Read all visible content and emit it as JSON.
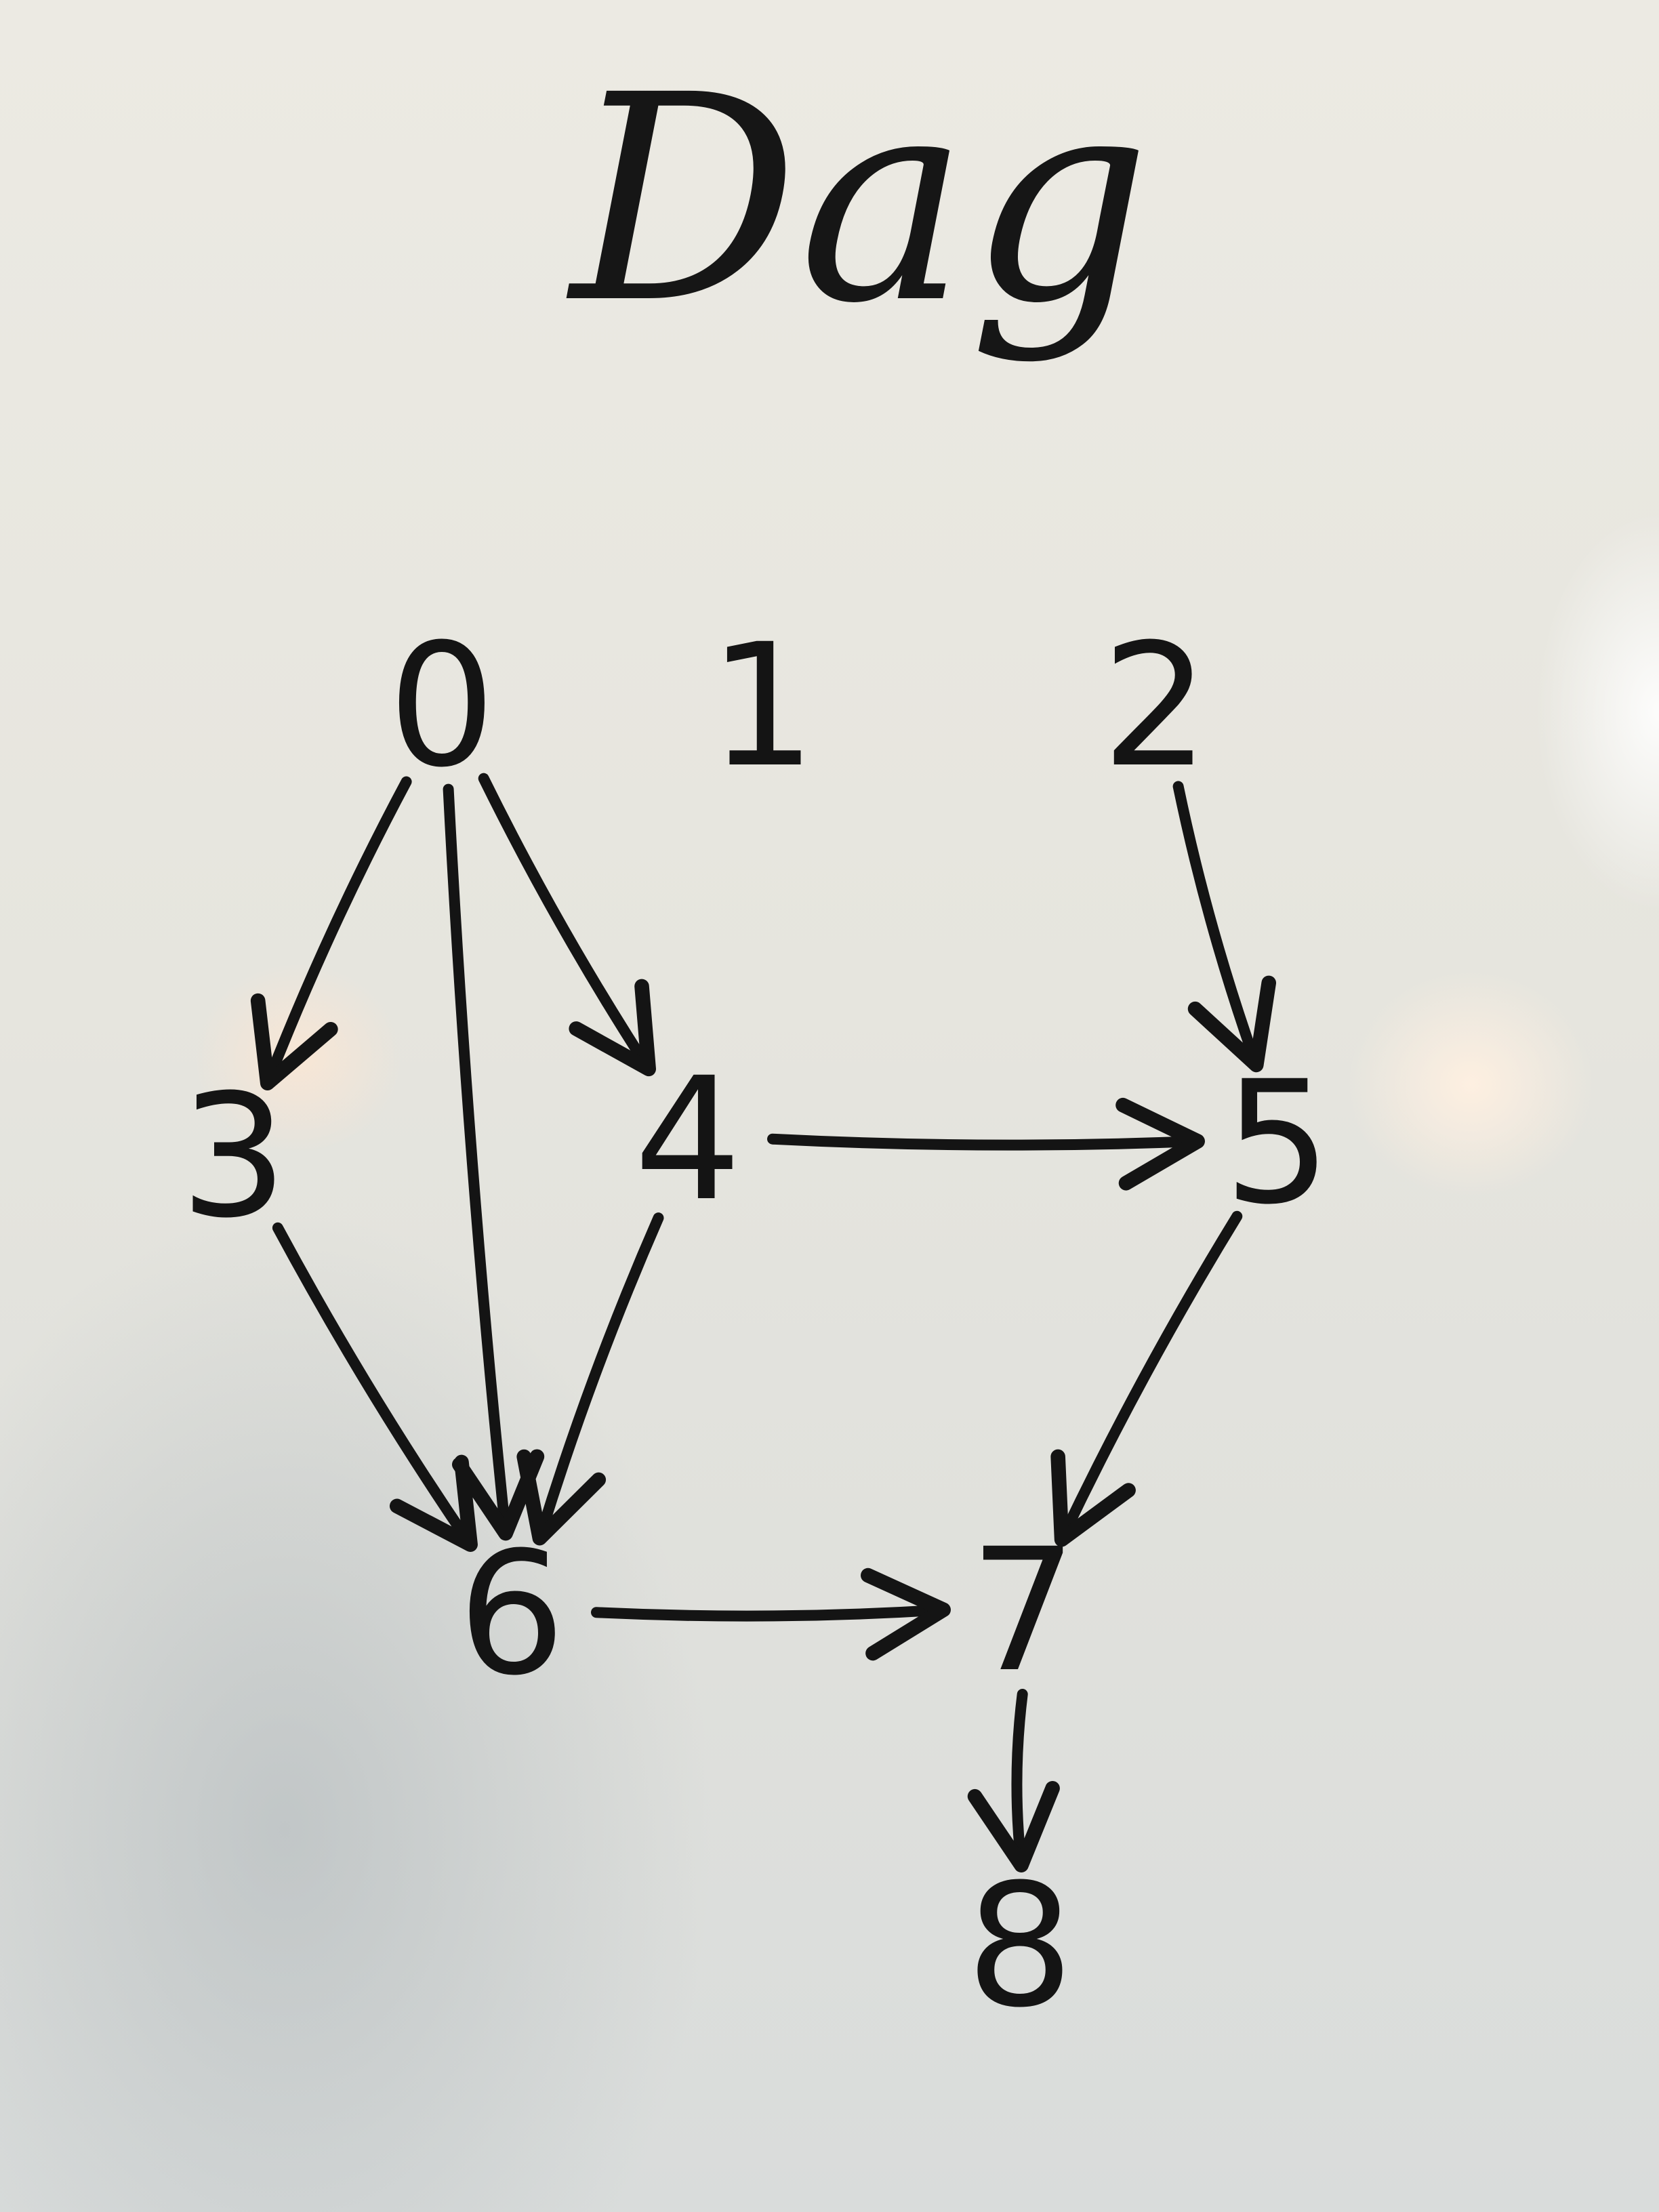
{
  "board": {
    "title": "Dag"
  },
  "graph": {
    "nodes": [
      {
        "id": "0",
        "label": "0"
      },
      {
        "id": "1",
        "label": "1"
      },
      {
        "id": "2",
        "label": "2"
      },
      {
        "id": "3",
        "label": "3"
      },
      {
        "id": "4",
        "label": "4"
      },
      {
        "id": "5",
        "label": "5"
      },
      {
        "id": "6",
        "label": "6"
      },
      {
        "id": "7",
        "label": "7"
      },
      {
        "id": "8",
        "label": "8"
      }
    ],
    "edges": [
      {
        "from": "0",
        "to": "3"
      },
      {
        "from": "0",
        "to": "6"
      },
      {
        "from": "0",
        "to": "4"
      },
      {
        "from": "2",
        "to": "5"
      },
      {
        "from": "3",
        "to": "6"
      },
      {
        "from": "4",
        "to": "6"
      },
      {
        "from": "4",
        "to": "5"
      },
      {
        "from": "5",
        "to": "7"
      },
      {
        "from": "6",
        "to": "7"
      },
      {
        "from": "7",
        "to": "8"
      }
    ]
  },
  "colors": {
    "marker": "#141414",
    "board": "#e9e8e2"
  }
}
